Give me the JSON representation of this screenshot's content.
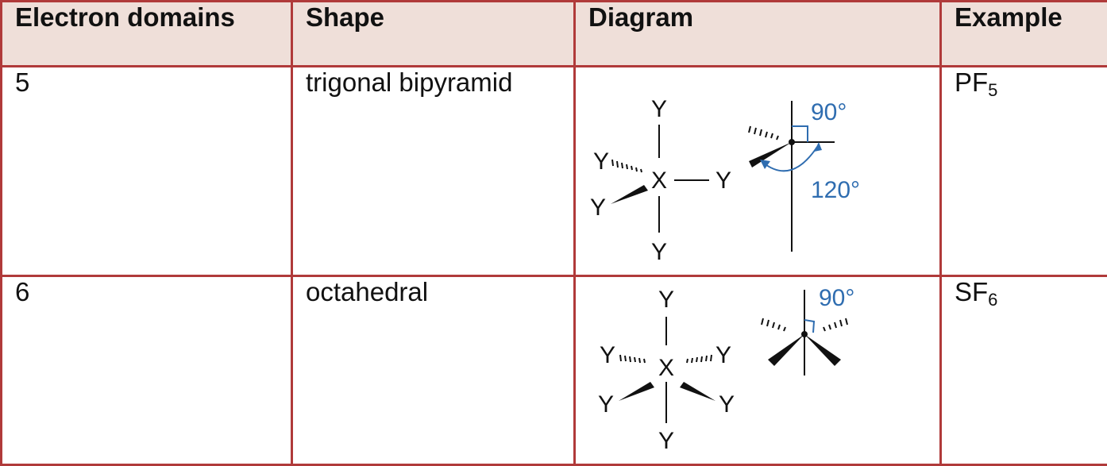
{
  "headers": {
    "electron_domains": "Electron domains",
    "shape": "Shape",
    "diagram": "Diagram",
    "example": "Example"
  },
  "rows": [
    {
      "domains": "5",
      "shape": "trigonal bipyramid",
      "example_base": "PF",
      "example_sub": "5",
      "diagram": {
        "center": "X",
        "ligand": "Y",
        "angle_labels": [
          "90°",
          "120°"
        ]
      }
    },
    {
      "domains": "6",
      "shape": "octahedral",
      "example_base": "SF",
      "example_sub": "6",
      "diagram": {
        "center": "X",
        "ligand": "Y",
        "angle_labels": [
          "90°"
        ]
      }
    }
  ],
  "colors": {
    "border": "#b03a3a",
    "header_bg": "#efdfd9",
    "angle_blue": "#2f6db0"
  }
}
